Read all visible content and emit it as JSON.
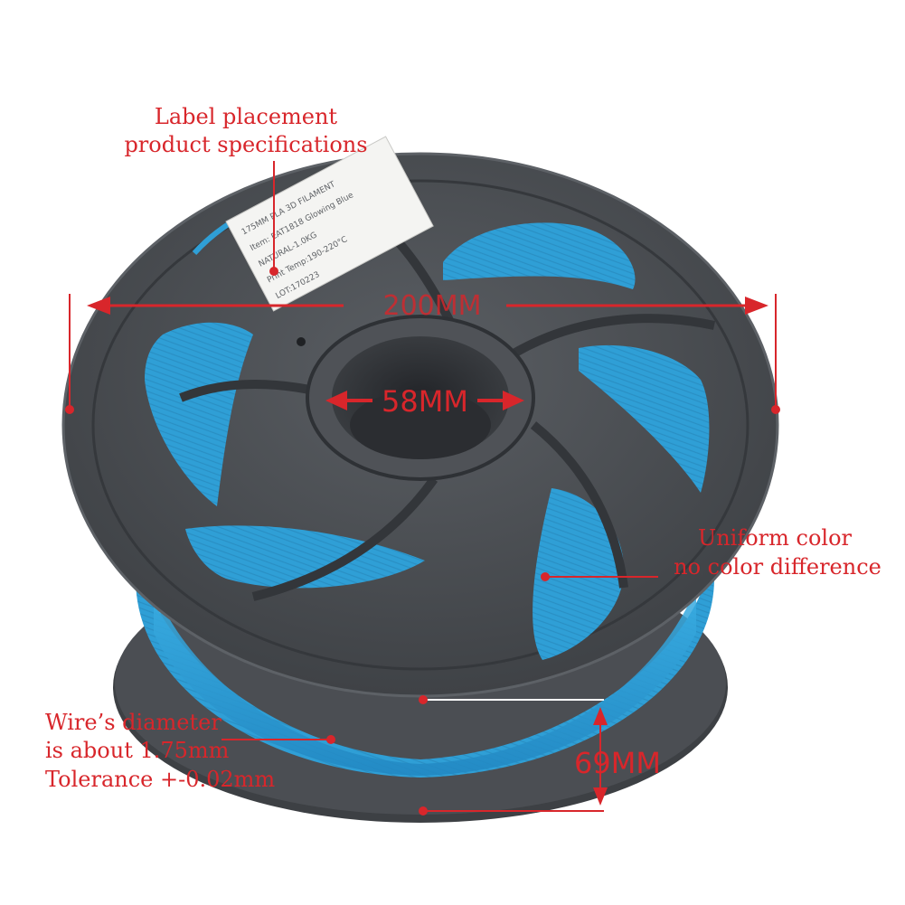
{
  "colors": {
    "background": "#ffffff",
    "spool": "#4a4d52",
    "spool_dark": "#2f3236",
    "spool_edge": "#5d6166",
    "filament": "#2f9fd6",
    "filament_dark": "#1f7fb4",
    "annotation": "#d8262b",
    "label_bg": "#f4f4f2",
    "label_text": "#5f6266"
  },
  "annotations": {
    "label_note": {
      "line1": "Label placement",
      "line2": "product specifications"
    },
    "color_note": {
      "line1": "Uniform color",
      "line2": "no color difference"
    },
    "wire_note": {
      "line1": "Wire’s diameter",
      "line2": "is about 1.75mm",
      "line3": "Tolerance +-0.02mm"
    }
  },
  "dimensions": {
    "spool_diameter": "200MM",
    "hub_diameter": "58MM",
    "spool_width": "69MM"
  },
  "spool_label": {
    "lines": [
      "175MM PLA 3D FILAMENT",
      "Item: EAT1818 Glowing Blue",
      "NATURAL-1.0KG",
      "Print Temp:190-220°C",
      "LOT:170223"
    ]
  }
}
